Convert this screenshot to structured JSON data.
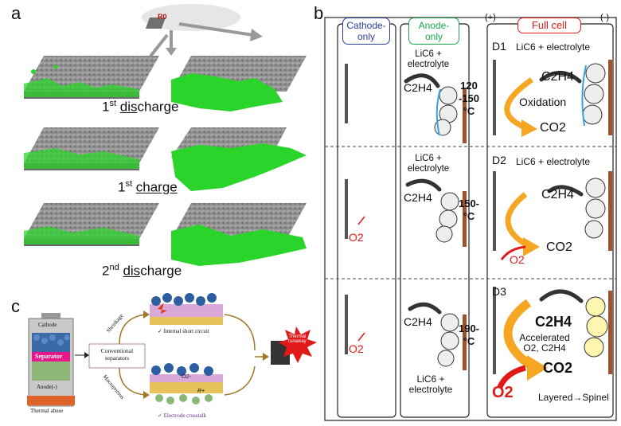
{
  "panel_a": {
    "letter": "a",
    "tag": "R0",
    "captions": [
      {
        "ord": "1",
        "sup": "st",
        "pre": "dis",
        "post": "charge"
      },
      {
        "ord": "1",
        "sup": "st",
        "pre": "",
        "u": "charge",
        "post": ""
      },
      {
        "ord": "2",
        "sup": "nd",
        "pre": "dis",
        "post": "charge"
      }
    ]
  },
  "panel_b": {
    "letter": "b",
    "headers": {
      "cathode": "Cathode-\nonly",
      "anode": "Anode-\nonly",
      "full": "Full cell"
    },
    "polarity": {
      "plus": "(+)",
      "minus": "(-)"
    },
    "rows": [
      {
        "id": "D1",
        "temp": "120\n-150\n°C",
        "anode_label": "LiC6 +\nelectrolyte",
        "full_label": "LiC6 + electrolyte",
        "center": "Oxidation"
      },
      {
        "id": "D2",
        "temp": "150-\n°C",
        "anode_label": "LiC6 +\nelectrolyte",
        "full_label": "LiC6 + electrolyte"
      },
      {
        "id": "D3",
        "temp": "190-\n°C",
        "anode_label": "LiC6 +\nelectrolyte",
        "center": "Accelerated\nO2, C2H4",
        "bottom": "Layered→Spinel"
      }
    ],
    "species": {
      "c2h4": "C2H4",
      "co2": "CO2",
      "o2": "O2"
    }
  },
  "panel_c": {
    "letter": "c",
    "battery": {
      "cathode": "Cathode",
      "separator": "Separator",
      "anode": "Anode(-)",
      "abuse": "Thermal abuse"
    },
    "center_box": "Conventional\nseparators",
    "arrow_top": "Shrinkage",
    "arrow_bottom": "Macroporous",
    "outcome_top": "✓ Internal short circuit",
    "outcome_bottom": "✓ Electrode crosstalk",
    "runaway": "Thermal\nrunaway",
    "ions": [
      "O2-",
      "R+"
    ]
  },
  "colors": {
    "green": "#2bd42b",
    "gray": "#8c8c8c",
    "red": "#e01919",
    "orange": "#f5a623",
    "anode_green": "#17a84a",
    "cathode_blue": "#2b3f9a",
    "copper": "#a0522d"
  }
}
